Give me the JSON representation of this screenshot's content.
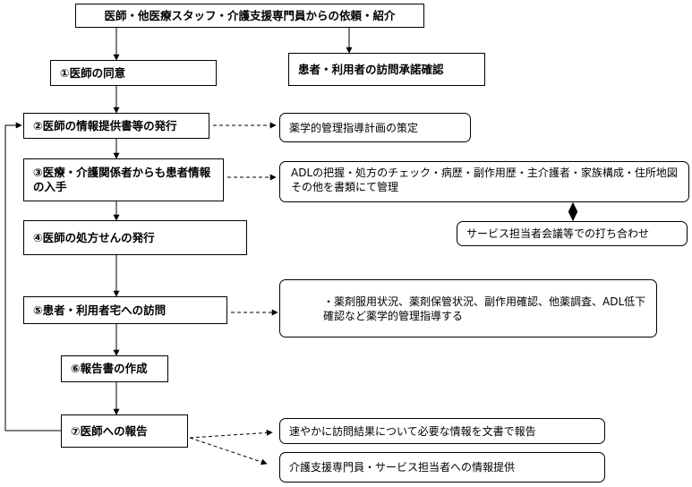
{
  "top": {
    "request": "医師・他医療スタッフ・介護支援専門員からの依頼・紹介"
  },
  "steps": {
    "s1": "①医師の同意",
    "consent": "患者・利用者の訪問承諾確認",
    "s2": "②医師の情報提供書等の発行",
    "s3": "③医療・介護関係者からも患者情報の入手",
    "s4": "④医師の処方せんの発行",
    "s5": "⑤患者・利用者宅への訪問",
    "s6": "⑥報告書の作成",
    "s7": "⑦医師への報告"
  },
  "notes": {
    "plan": "薬学的管理指導計画の策定",
    "records": "ADLの把握・処方のチェック・病歴・副作用歴・主介護者・家族構成・住所地図その他を書類にて管理",
    "meeting": "サービス担当者会議等での打ち合わせ",
    "visit_guidance": "・薬剤服用状況、薬剤保管状況、副作用確認、他薬調査、ADL低下確認など薬学的管理指導する",
    "report_doc": "速やかに訪問結果について必要な情報を文書で報告",
    "info_share": "介護支援専門員・サービス担当者への情報提供"
  }
}
